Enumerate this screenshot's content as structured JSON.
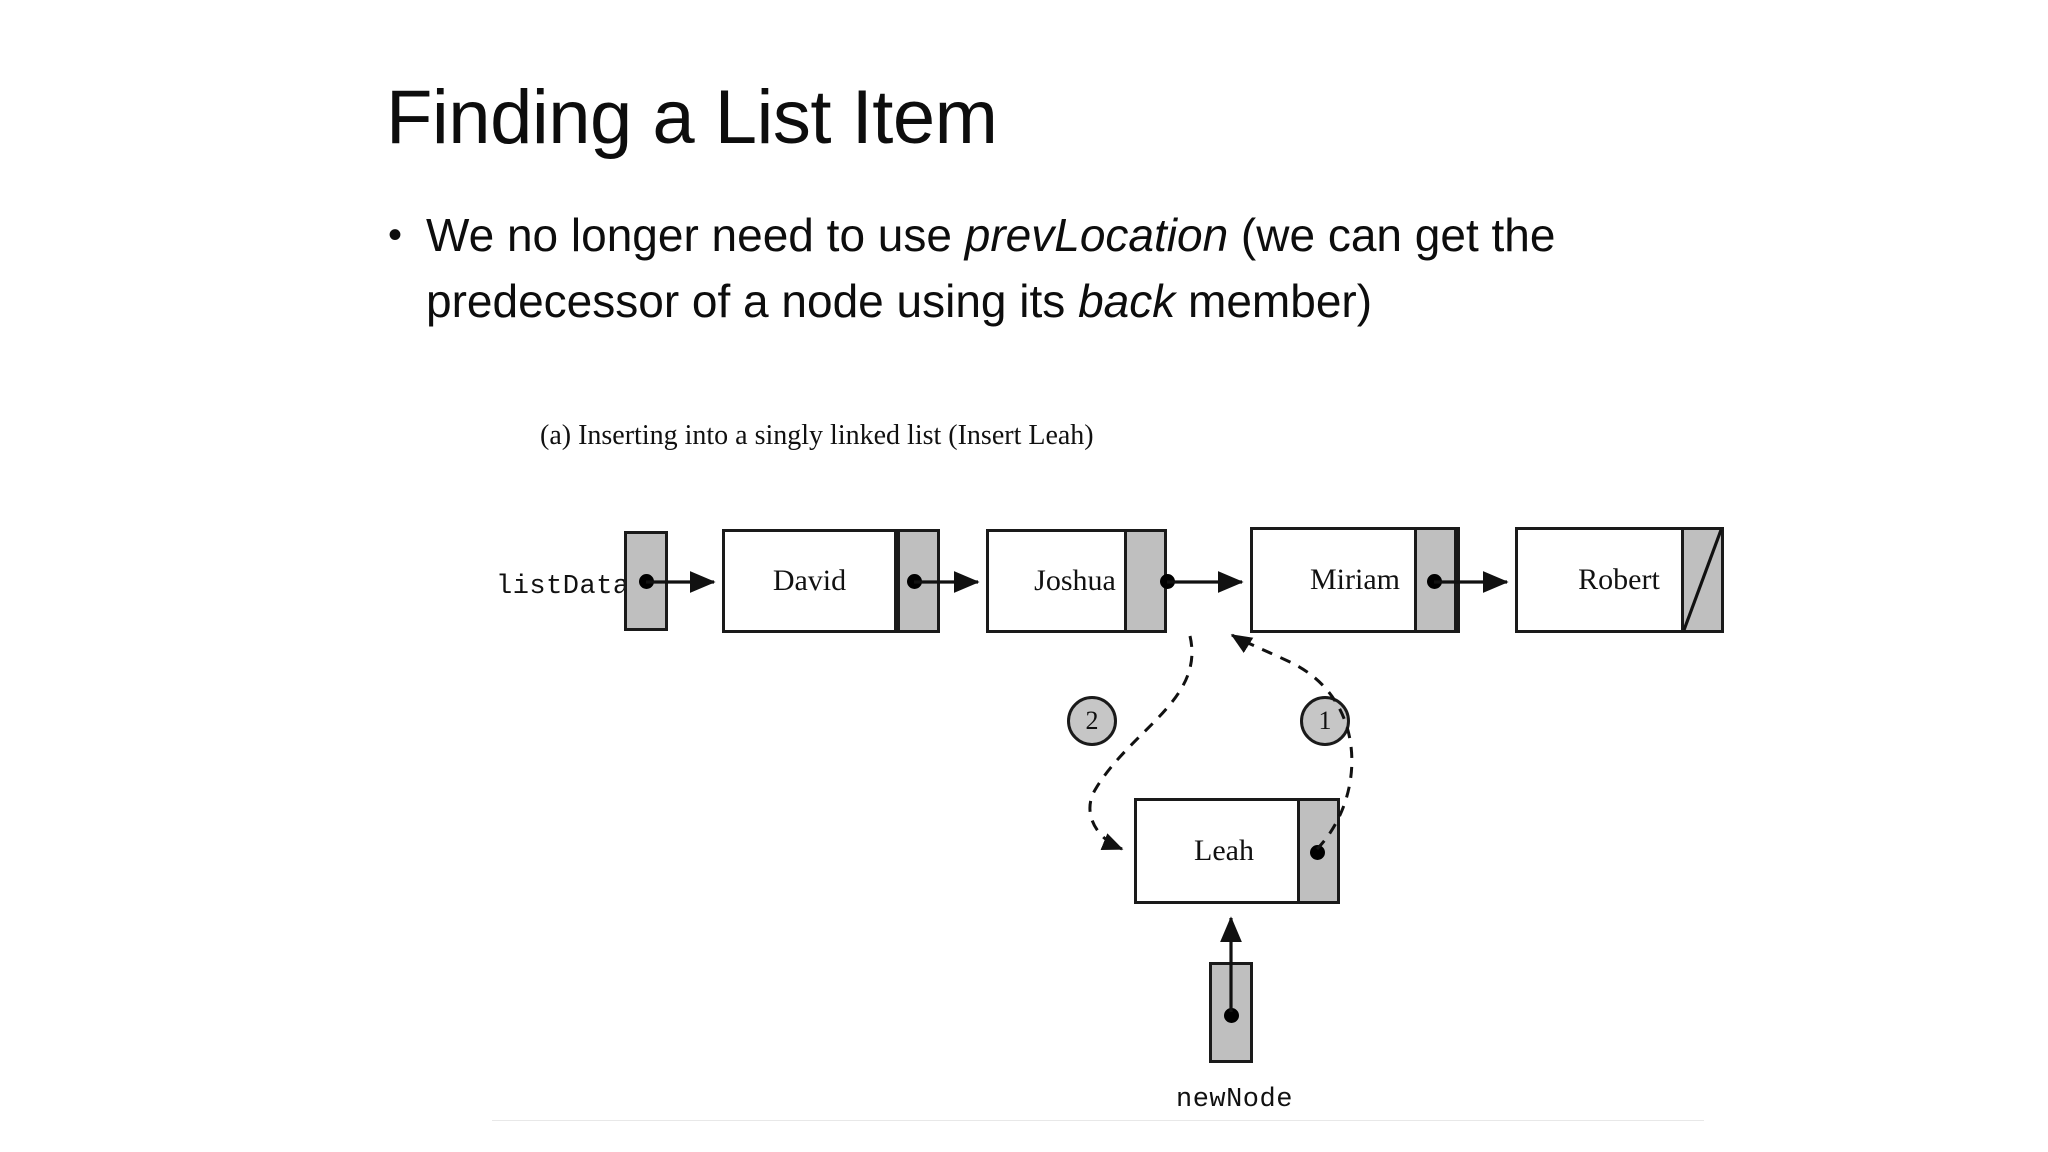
{
  "slide": {
    "title": "Finding a List Item",
    "bullets": [
      {
        "marker": "•",
        "seg1": "We no longer need to use ",
        "em1": "prevLocation",
        "seg2": " (we can get the predecessor of a node using its ",
        "em2": "back",
        "seg3": " member)"
      }
    ]
  },
  "figure": {
    "caption": "(a) Inserting into a singly linked list (Insert Leah)",
    "head_label": "listData",
    "new_node_label": "newNode",
    "nodes": [
      {
        "name": "David",
        "next": "Joshua"
      },
      {
        "name": "Joshua",
        "next": "Miriam"
      },
      {
        "name": "Miriam",
        "next": "Robert"
      },
      {
        "name": "Robert",
        "next": "null"
      }
    ],
    "inserted_node": {
      "name": "Leah"
    },
    "steps": [
      {
        "id": "1",
        "label": "1"
      },
      {
        "id": "2",
        "label": "2"
      }
    ],
    "colors": {
      "pointer_fill": "#bfbfbf",
      "node_fill": "#ffffff",
      "stroke": "#1a1a1a",
      "step_fill": "#c6c6c6"
    }
  }
}
